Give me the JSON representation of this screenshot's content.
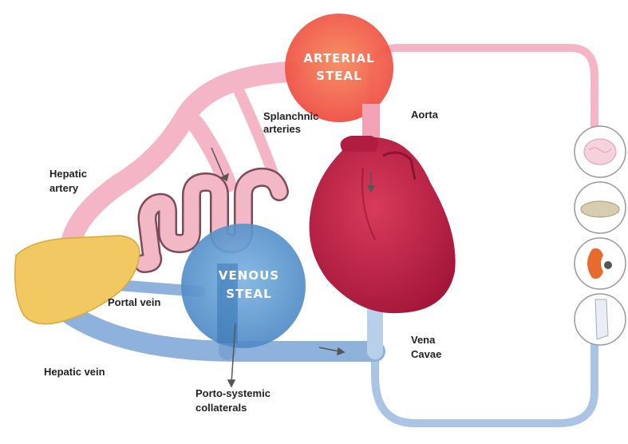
{
  "labels": {
    "arterial_steal": [
      "ARTERIAL",
      "STEAL"
    ],
    "venous_steal": [
      "VENOUS",
      "STEAL"
    ],
    "splanchnic_arteries": [
      "Splanchnic",
      "arteries"
    ],
    "aorta": "Aorta",
    "hepatic_artery": [
      "Hepatic",
      "artery"
    ],
    "portal_vein": "Portal vein",
    "hepatic_vein": "Hepatic vein",
    "vena_cava": [
      "Vena",
      "Cavae"
    ],
    "porto_systemic": [
      "Porto-systemic",
      "collaterals"
    ]
  },
  "colors": {
    "artery": "#f4b6c6",
    "vein": "#a9c4e4",
    "heart": "#c8264a",
    "liver": "#f1c862",
    "arterial_steal": "#f26a4a",
    "venous_steal": "#5a97d0"
  },
  "organ_icons": [
    "brain-icon",
    "lung-icon",
    "kidney-icon",
    "leg-icon"
  ]
}
